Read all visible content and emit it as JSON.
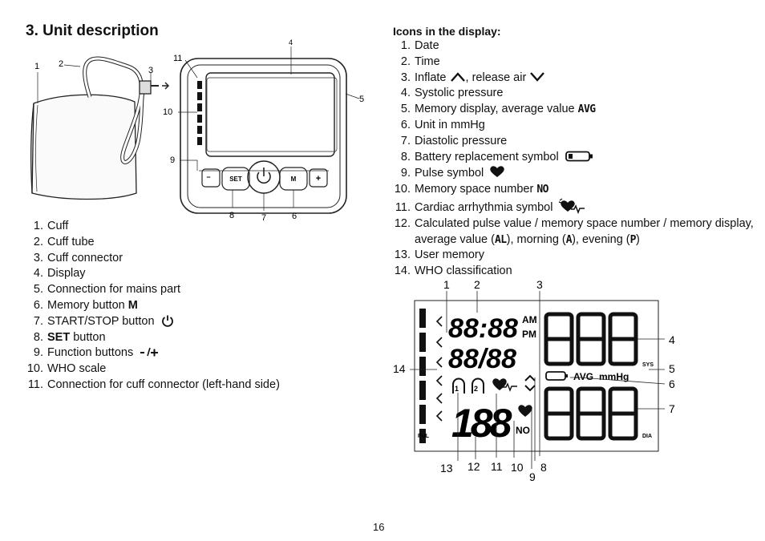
{
  "section_title": "3. Unit description",
  "parts": [
    {
      "num": "1.",
      "text": "Cuff"
    },
    {
      "num": "2.",
      "text": "Cuff tube"
    },
    {
      "num": "3.",
      "text": "Cuff connector"
    },
    {
      "num": "4.",
      "text": "Display"
    },
    {
      "num": "5.",
      "text": "Connection for mains part"
    },
    {
      "num": "6.",
      "text": "Memory button ",
      "bold": "M"
    },
    {
      "num": "7.",
      "text": "START/STOP button"
    },
    {
      "num": "8.",
      "bold_first": "SET",
      "text": " button"
    },
    {
      "num": "9.",
      "text": "Function buttons"
    },
    {
      "num": "10.",
      "text": "WHO scale"
    },
    {
      "num": "11.",
      "text": "Connection for cuff connector (left-hand side)"
    }
  ],
  "icons_title": "Icons in the display:",
  "icons": [
    {
      "num": "1.",
      "text": "Date"
    },
    {
      "num": "2.",
      "text": "Time"
    },
    {
      "num": "3.",
      "text": "Inflate ",
      "text2": ", release air "
    },
    {
      "num": "4.",
      "text": "Systolic pressure"
    },
    {
      "num": "5.",
      "text": "Memory display, average value ",
      "seg": "AVG"
    },
    {
      "num": "6.",
      "text": "Unit in mmHg"
    },
    {
      "num": "7.",
      "text": "Diastolic pressure"
    },
    {
      "num": "8.",
      "text": "Battery replacement symbol"
    },
    {
      "num": "9.",
      "text": "Pulse symbol"
    },
    {
      "num": "10.",
      "text": "Memory space number ",
      "seg": "NO"
    },
    {
      "num": "11.",
      "text": "Cardiac arrhythmia symbol"
    },
    {
      "num": "12.",
      "text_a": "Calculated pulse value / memory space number / memory display, average value (",
      "seg_a": "AL",
      "text_b": "), morning (",
      "seg_b": "A",
      "text_c": "), evening (",
      "seg_c": "P",
      "text_d": ")"
    },
    {
      "num": "13.",
      "text": "User memory"
    },
    {
      "num": "14.",
      "text": "WHO classification"
    }
  ],
  "device_figure": {
    "callouts": [
      "1",
      "2",
      "3",
      "4",
      "5",
      "6",
      "7",
      "8",
      "9",
      "10",
      "11"
    ],
    "buttons": {
      "set": "SET",
      "memory": "M",
      "minus": "−",
      "plus": "+"
    }
  },
  "display_figure": {
    "callouts": [
      "1",
      "2",
      "3",
      "4",
      "5",
      "6",
      "7",
      "8",
      "9",
      "10",
      "11",
      "12",
      "13",
      "14"
    ],
    "seg_time": "88:88",
    "seg_date": "88/88",
    "am": "AM",
    "pm": "PM",
    "sys": "SYS",
    "dia": "DIA",
    "pul": "PUL",
    "avg": "AVG",
    "mmhg": "mmHg",
    "no": "NO",
    "pulse_digits": "188",
    "user1": "1",
    "user2": "2"
  },
  "page_number": "16",
  "colors": {
    "text": "#111111",
    "line": "#222222"
  }
}
